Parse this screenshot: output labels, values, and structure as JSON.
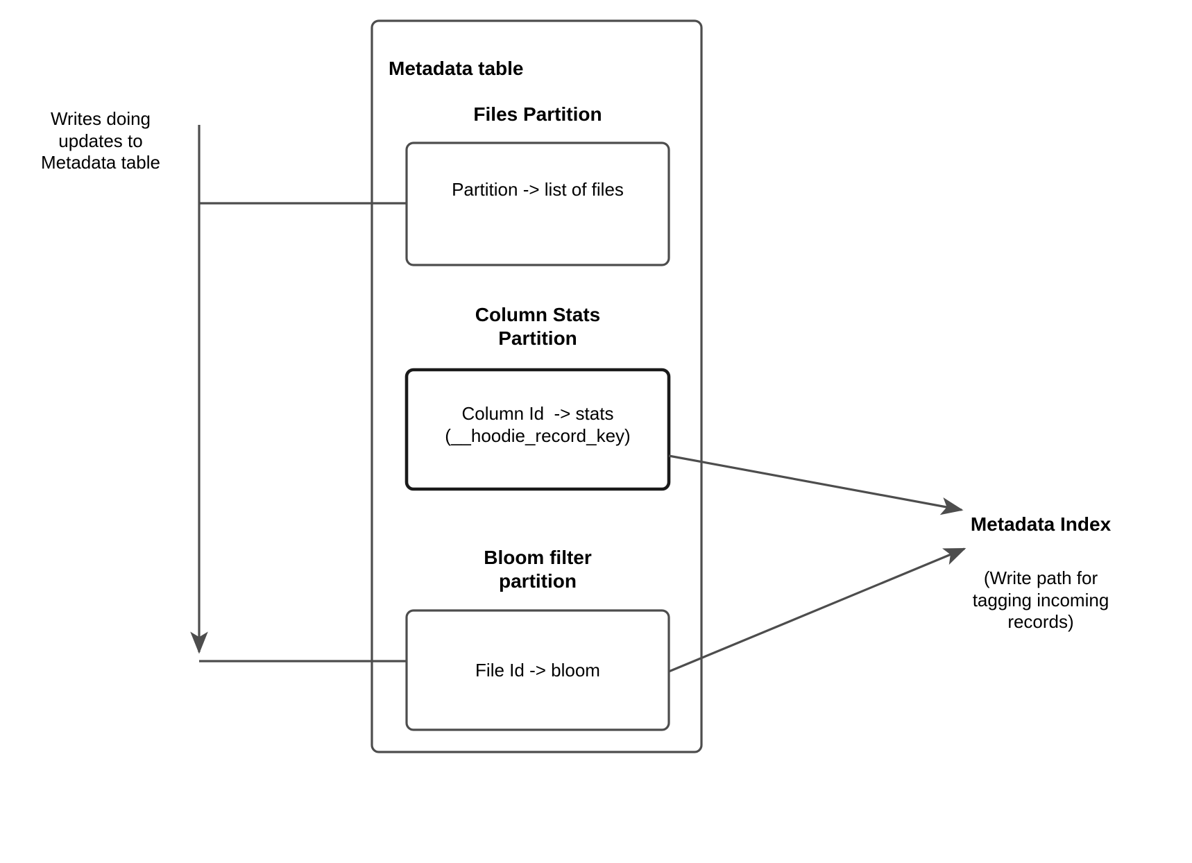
{
  "diagram": {
    "title_bold": "Metadata table",
    "left_annotation": "Writes doing\nupdates to\nMetadata table",
    "partitions": [
      {
        "heading": "Files Partition",
        "box_text": "Partition -> list of files"
      },
      {
        "heading": "Column Stats\nPartition",
        "box_text": "Column Id  -> stats\n(__hoodie_record_key)"
      },
      {
        "heading": "Bloom filter\npartition",
        "box_text": "File Id -> bloom"
      }
    ],
    "right": {
      "title": "Metadata Index",
      "caption": "(Write path for\ntagging incoming\nrecords)"
    },
    "colors": {
      "stroke": "#4d4d4d",
      "stroke_strong": "#1a1a1a",
      "arrow_fill": "#4d4d4d",
      "text": "#000000",
      "background": "#ffffff"
    }
  }
}
